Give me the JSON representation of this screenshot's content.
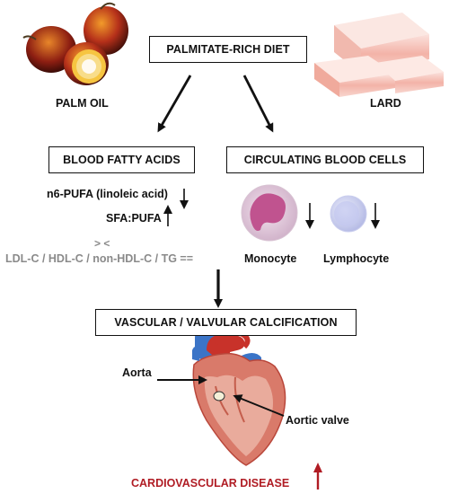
{
  "title": "PALMITATE-RICH DIET",
  "palm_oil": "PALM OIL",
  "lard": "LARD",
  "blood_fatty_acids": "BLOOD FATTY ACIDS",
  "circulating_cells": "CIRCULATING BLOOD CELLS",
  "n6_pufa": "n6-PUFA (linoleic acid)",
  "sfa_pufa": "SFA:PUFA",
  "compare_symbol": "> <",
  "lipids": "LDL-C / HDL-C / non-HDL-C / TG ==",
  "monocyte": "Monocyte",
  "lymphocyte": "Lymphocyte",
  "calcification": "VASCULAR / VALVULAR CALCIFICATION",
  "aorta": "Aorta",
  "aortic_valve": "Aortic valve",
  "outcome": "CARDIOVASCULAR DISEASE",
  "colors": {
    "accent_red": "#b01c24",
    "grey_text": "#8a8a8a",
    "monocyte": "#c0538f",
    "lymphocyte": "#8a8fd0"
  }
}
